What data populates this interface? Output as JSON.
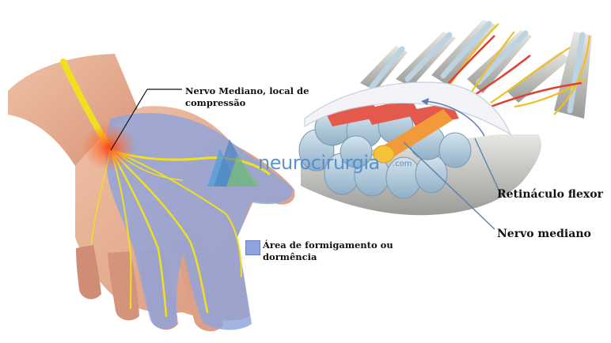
{
  "labels": {
    "nerve_compression": "Nervo Mediano, local de compressão",
    "numb_area": "Área de formigamento ou dormência",
    "retinaculum": "Retináculo flexor",
    "median_nerve": "Nervo mediano"
  },
  "watermark": {
    "text": "neurocirurgia",
    "domain": ".com"
  },
  "colors": {
    "nerve": "#f0e020",
    "numb_area": "#8fa3dc",
    "skin": "#e9b49a",
    "tendon": "#a9c3d6",
    "arrow": "#5b7fb0"
  }
}
